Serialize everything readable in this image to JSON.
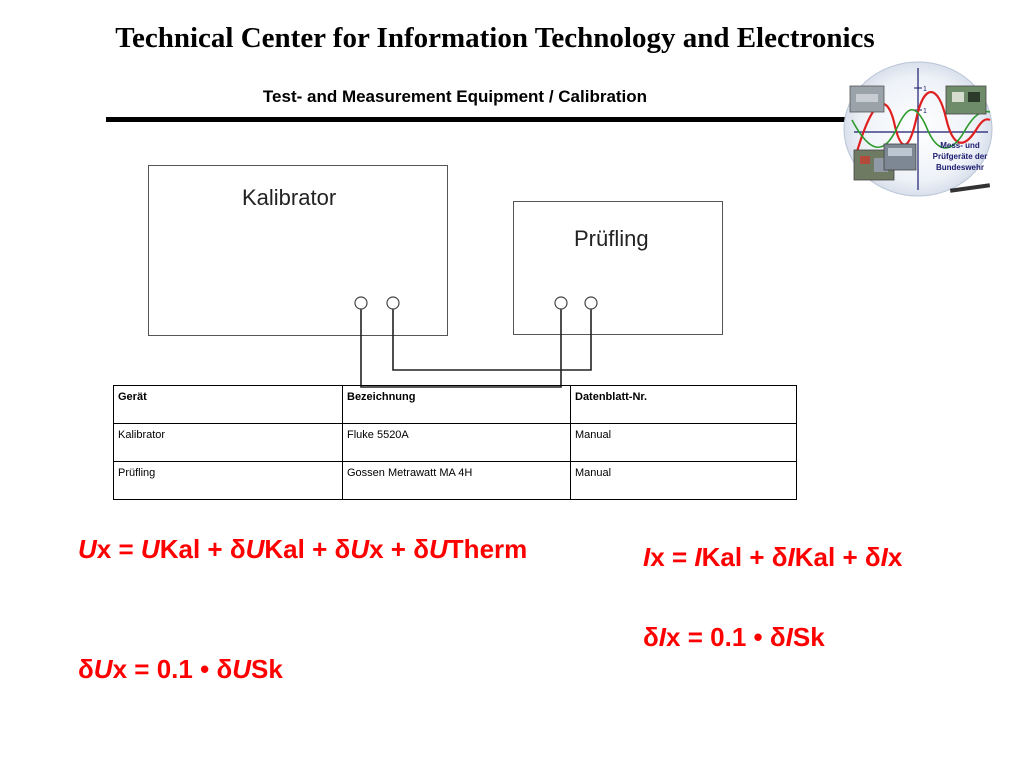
{
  "header": {
    "title": "Technical Center for Information Technology and Electronics",
    "subtitle": "Test- and Measurement Equipment / Calibration"
  },
  "logo": {
    "text_line1": "Mess- und",
    "text_line2": "Prüfgeräte der",
    "text_line3": "Bundeswehr",
    "graph_label_top": "1",
    "graph_label_mid": "1"
  },
  "diagram": {
    "calibrator_label": "Kalibrator",
    "dut_label": "Prüfling"
  },
  "table": {
    "headers": [
      "Gerät",
      "Bezeichnung",
      "Datenblatt-Nr."
    ],
    "rows": [
      [
        "Kalibrator",
        "Fluke 5520A",
        "Manual"
      ],
      [
        "Prüfling",
        "Gossen Metrawatt MA 4H",
        "Manual"
      ]
    ]
  },
  "formulas": {
    "voltage_main": "Ux = UKal + δUKal + δUx + δUTherm",
    "voltage_delta": "δUx = 0.1 • δUSk",
    "current_main": "Ix = IKal + δIKal + δIx",
    "current_delta": "δIx = 0.1 • δISk"
  }
}
